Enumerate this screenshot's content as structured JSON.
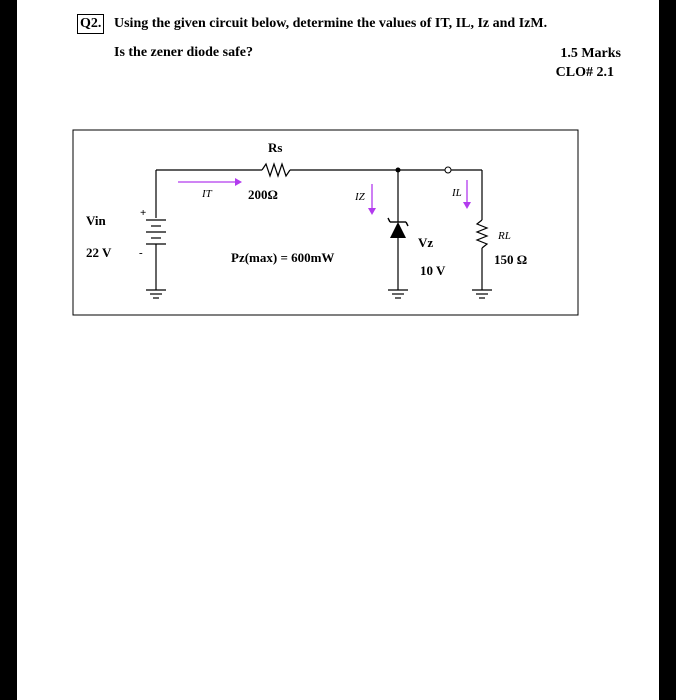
{
  "question": {
    "number": "Q2.",
    "text": "Using the given circuit below, determine the values of IT, IL, Iz and IzM.",
    "subtext": "Is the zener diode safe?",
    "marks": "1.5 Marks",
    "clo": "CLO# 2.1"
  },
  "circuit": {
    "source_label": "Vin",
    "source_value": "22 V",
    "plus_sign": "+",
    "minus_sign": "-",
    "series_resistor_label": "Rs",
    "series_resistor_value": "200Ω",
    "total_current_label": "IT",
    "zener_current_label": "IZ",
    "load_current_label": "IL",
    "zener_label": "Vz",
    "zener_value": "10 V",
    "zener_power": "Pz(max) = 600mW",
    "load_label": "RL",
    "load_value": "150 Ω",
    "arrow_color": "#b23aee"
  }
}
